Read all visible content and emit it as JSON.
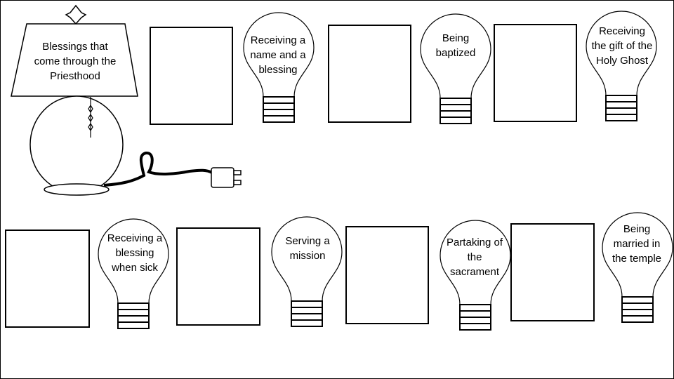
{
  "lamp": {
    "title": "Blessings that come through the Priesthood"
  },
  "bulbs": [
    {
      "label": "Receiving a name and a blessing"
    },
    {
      "label": "Being baptized"
    },
    {
      "label": "Receiving the gift of the Holy Ghost"
    },
    {
      "label": "Receiving a blessing when sick"
    },
    {
      "label": "Serving a mission"
    },
    {
      "label": "Partaking of the sacrament"
    },
    {
      "label": "Being married in the temple"
    }
  ]
}
